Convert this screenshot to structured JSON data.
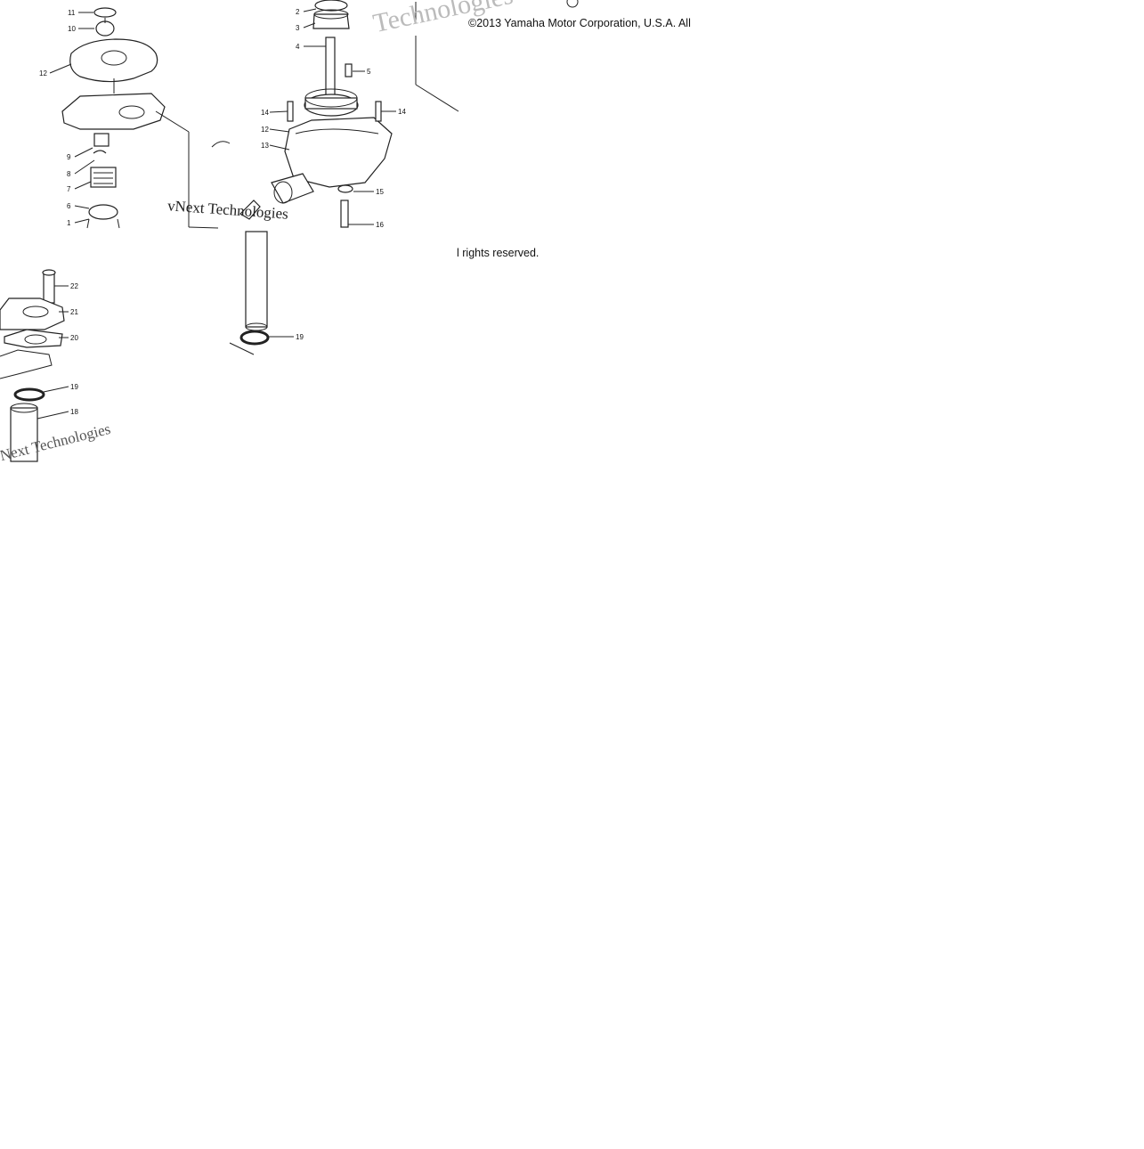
{
  "copyright": {
    "line1": "©2013 Yamaha Motor Corporation, U.S.A. All",
    "line2": "l rights reserved."
  },
  "watermarks": [
    "Technologies",
    "vNext Technologies",
    "vNext Technologies"
  ],
  "callouts": {
    "c11": "11",
    "c10": "10",
    "c12a": "12",
    "c9": "9",
    "c8a": "8",
    "c7": "7",
    "c6": "6",
    "c1": "1",
    "c2": "2",
    "c3": "3",
    "c4": "4",
    "c5": "5",
    "c14a": "14",
    "c14b": "14",
    "c12b": "12",
    "c13": "13",
    "c15": "15",
    "c16": "16",
    "c22": "22",
    "c21": "21",
    "c20": "20",
    "c19a": "19",
    "c18": "18",
    "c19b": "19"
  },
  "colors": {
    "line": "#222222",
    "watermark": "#bbbbbb",
    "background": "#ffffff"
  }
}
